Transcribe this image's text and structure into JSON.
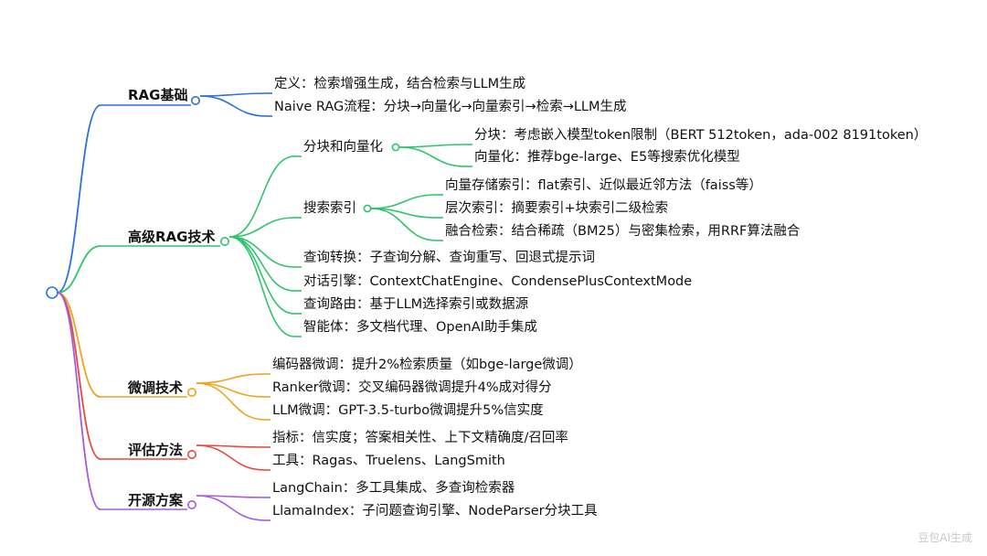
{
  "mindmap": {
    "branches": [
      {
        "label": "RAG基础",
        "color": "#2f6fdf",
        "children": [
          {
            "label": "定义：检索增强生成，结合检索与LLM生成"
          },
          {
            "label": "Naive RAG流程：分块→向量化→向量索引→检索→LLM生成"
          }
        ]
      },
      {
        "label": "高级RAG技术",
        "color": "#2fc46a",
        "children": [
          {
            "label": "分块和向量化",
            "children": [
              {
                "label": "分块：考虑嵌入模型token限制（BERT 512token，ada-002 8191token）"
              },
              {
                "label": "向量化：推荐bge-large、E5等搜索优化模型"
              }
            ]
          },
          {
            "label": "搜索索引",
            "children": [
              {
                "label": "向量存储索引：flat索引、近似最近邻方法（faiss等）"
              },
              {
                "label": "层次索引：摘要索引+块索引二级检索"
              },
              {
                "label": "融合检索：结合稀疏（BM25）与密集检索，用RRF算法融合"
              }
            ]
          },
          {
            "label": "查询转换：子查询分解、查询重写、回退式提示词"
          },
          {
            "label": "对话引擎：ContextChatEngine、CondensePlusContextMode"
          },
          {
            "label": "查询路由：基于LLM选择索引或数据源"
          },
          {
            "label": "智能体：多文档代理、OpenAI助手集成"
          }
        ]
      },
      {
        "label": "微调技术",
        "color": "#f0a21c",
        "children": [
          {
            "label": "编码器微调：提升2%检索质量（如bge-large微调）"
          },
          {
            "label": "Ranker微调：交叉编码器微调提升4%成对得分"
          },
          {
            "label": "LLM微调：GPT-3.5-turbo微调提升5%信实度"
          }
        ]
      },
      {
        "label": "评估方法",
        "color": "#e8493e",
        "children": [
          {
            "label": "指标：信实度；答案相关性、上下文精确度/召回率"
          },
          {
            "label": "工具：Ragas、Truelens、LangSmith"
          }
        ]
      },
      {
        "label": "开源方案",
        "color": "#a35be0",
        "children": [
          {
            "label": "LangChain：多工具集成、多查询检索器"
          },
          {
            "label": "LlamaIndex：子问题查询引擎、NodeParser分块工具"
          }
        ]
      }
    ],
    "root_color": "#2f6fdf"
  },
  "watermark": "豆包AI生成"
}
